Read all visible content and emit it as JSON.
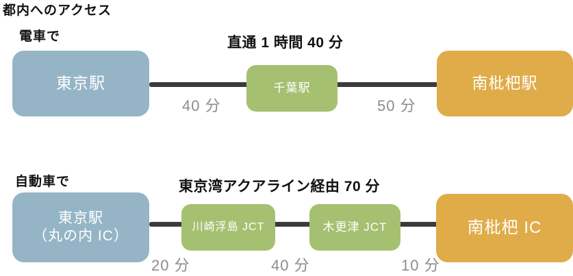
{
  "title": "都内へのアクセス",
  "colors": {
    "blue": "#95b5c7",
    "green": "#a6c071",
    "orange": "#e0ac49",
    "line": "#3b3b3b",
    "timecol": "#8c8c8c",
    "heading": "#111111"
  },
  "train": {
    "section_label": "電車で",
    "route_header": "直通 1 時間 40 分",
    "origin": "東京駅",
    "via": "千葉駅",
    "destination": "南枇杷駅",
    "leg_times": [
      "40 分",
      "50 分"
    ]
  },
  "car": {
    "section_label": "自動車で",
    "route_header": "東京湾アクアライン経由 70 分",
    "origin_line1": "東京駅",
    "origin_line2": "（丸の内 IC）",
    "via1": "川崎浮島 JCT",
    "via2": "木更津 JCT",
    "destination": "南枇杷 IC",
    "leg_times": [
      "20 分",
      "40 分",
      "10 分"
    ]
  }
}
